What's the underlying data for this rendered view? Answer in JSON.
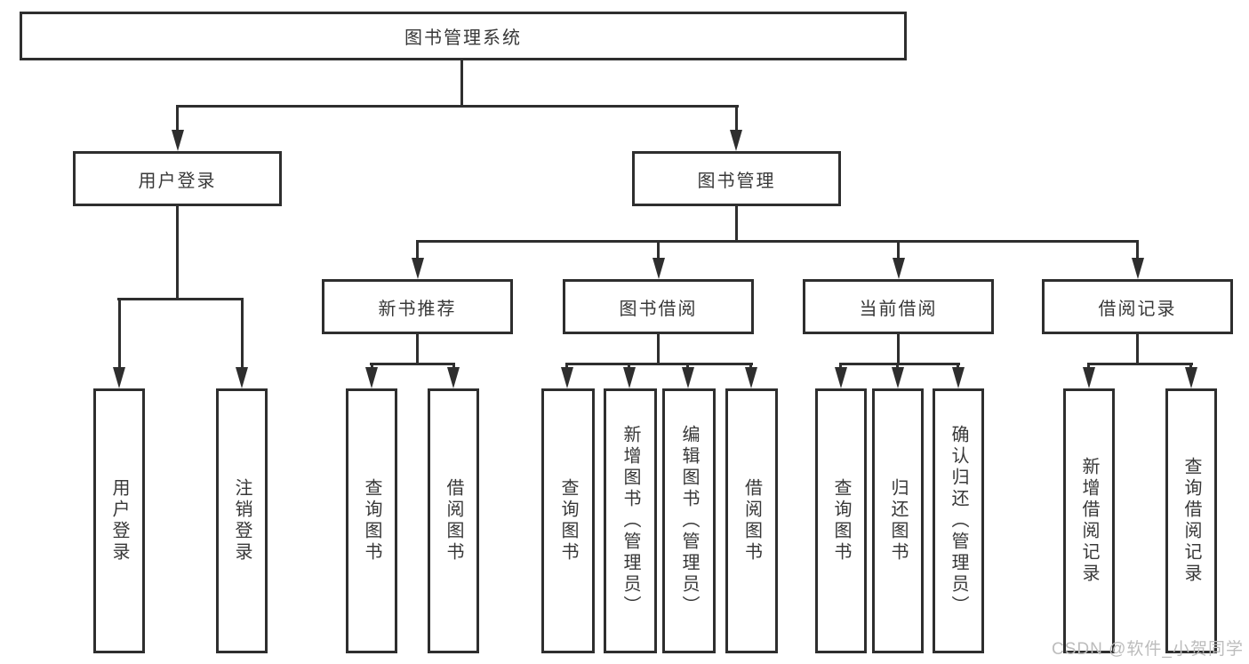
{
  "root": {
    "label": "图书管理系统"
  },
  "branches": [
    {
      "label": "用户登录",
      "children": [
        {
          "label": "用户登录"
        },
        {
          "label": "注销登录"
        }
      ]
    },
    {
      "label": "图书管理",
      "children": [
        {
          "label": "新书推荐",
          "children": [
            {
              "label": "查询图书"
            },
            {
              "label": "借阅图书"
            }
          ]
        },
        {
          "label": "图书借阅",
          "children": [
            {
              "label": "查询图书"
            },
            {
              "label": "新增图书（管理员）"
            },
            {
              "label": "编辑图书（管理员）"
            },
            {
              "label": "借阅图书"
            }
          ]
        },
        {
          "label": "当前借阅",
          "children": [
            {
              "label": "查询图书"
            },
            {
              "label": "归还图书"
            },
            {
              "label": "确认归还（管理员）"
            }
          ]
        },
        {
          "label": "借阅记录",
          "children": [
            {
              "label": "新增借阅记录"
            },
            {
              "label": "查询借阅记录"
            }
          ]
        }
      ]
    }
  ],
  "watermark": {
    "text": "CSDN @软件_小贺同学"
  },
  "colors": {
    "line": "#2e2e2e",
    "text": "#383838",
    "watermark": "#bcbcbc",
    "background": "#ffffff"
  }
}
